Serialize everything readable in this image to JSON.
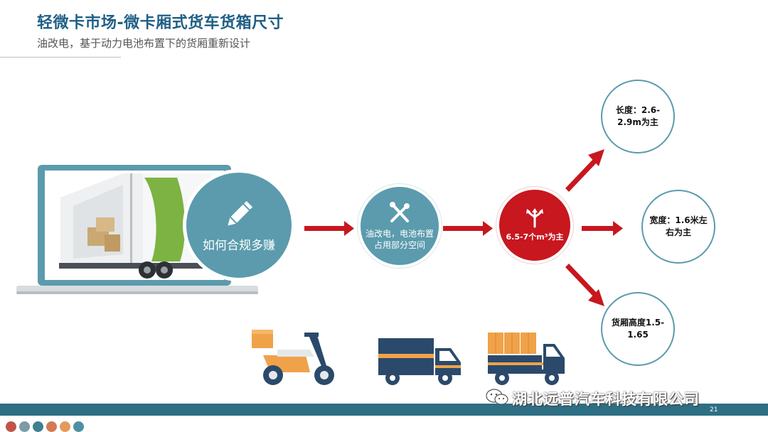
{
  "slide": {
    "title": "轻微卡市场-微卡厢式货车货箱尺寸",
    "subtitle": "油改电，基于动力电池布置下的货厢重新设计",
    "page_number": "21"
  },
  "flow": {
    "main_label": "如何合规多赚",
    "middle_label": "油改电，电池布置占用部分空间",
    "center_label": "6.5-7个m³为主",
    "outputs": [
      {
        "label": "长度：2.6-2.9m为主"
      },
      {
        "label": "宽度：1.6米左右为主"
      },
      {
        "label": "货厢高度1.5-1.65"
      }
    ]
  },
  "footer": {
    "company": "湖北远普汽车科技有限公司"
  },
  "colors": {
    "teal": "#5b9bad",
    "red": "#c8171e",
    "title_blue": "#1f5f86",
    "footer_bar": "#2e6f83",
    "dots": [
      "#c0544a",
      "#7d9aa8",
      "#3f7f8f",
      "#d27a54",
      "#e59a5c",
      "#4f90a3"
    ]
  }
}
